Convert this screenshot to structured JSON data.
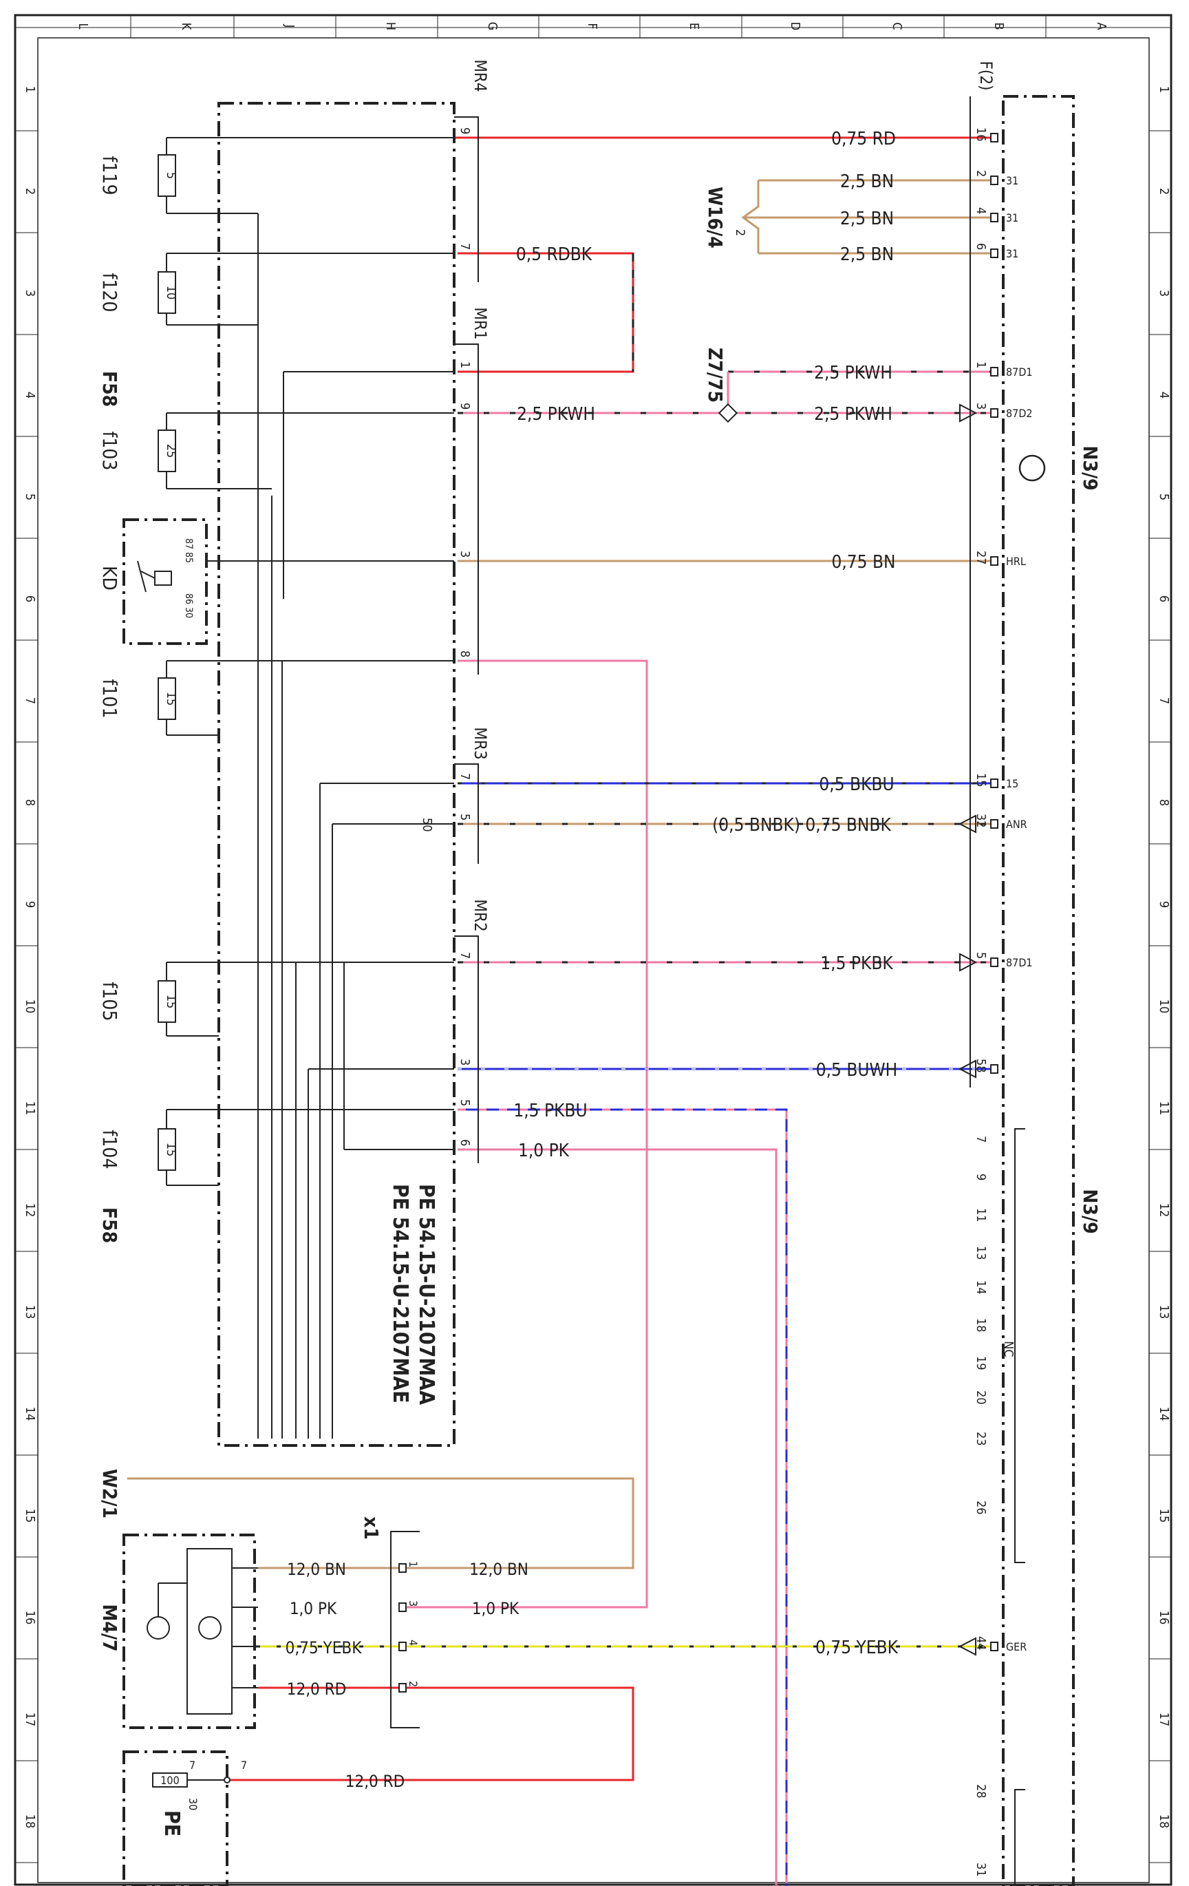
{
  "grid": {
    "columns": [
      "L",
      "K",
      "J",
      "H",
      "G",
      "F",
      "E",
      "D",
      "C",
      "B",
      "A"
    ],
    "rows": [
      "1",
      "2",
      "3",
      "4",
      "5",
      "6",
      "7",
      "8",
      "9",
      "10",
      "11",
      "12",
      "13",
      "14",
      "15",
      "16",
      "17",
      "18"
    ]
  },
  "connector_labels": {
    "mr4": "MR4",
    "mr1": "MR1",
    "mr3": "MR3",
    "mr2": "MR2",
    "f2": "F(2)",
    "x1": "x1",
    "n39_top": "N3/9",
    "n39_bottom": "N3/9"
  },
  "fuses": [
    {
      "name": "f119",
      "rating": "5"
    },
    {
      "name": "f120",
      "rating": "10"
    },
    {
      "name": "f103",
      "rating": "25"
    },
    {
      "name": "f101",
      "rating": "15"
    },
    {
      "name": "f105",
      "rating": "15"
    },
    {
      "name": "f104",
      "rating": "15"
    },
    {
      "name": "100",
      "rating": "100"
    }
  ],
  "components": {
    "f58_top": "F58",
    "f58_bottom": "F58",
    "relay": "KD",
    "relay_pins": "87 85",
    "relay_pins2": "86 30",
    "ground": "W16/4",
    "splice": "Z7/75",
    "cable": "W2/1",
    "motor": "M4/7",
    "ground_num": "2"
  },
  "wires": [
    {
      "id": "w1",
      "pin_left": "9",
      "label": "0,75 RD",
      "pin_right": "16",
      "term": "",
      "color": "#e8262b"
    },
    {
      "id": "w2",
      "label": "2,5 BN",
      "pin_right": "2",
      "term": "31",
      "color": "#c49a6c"
    },
    {
      "id": "w3",
      "label": "2,5 BN",
      "pin_right": "4",
      "term": "31",
      "color": "#c49a6c"
    },
    {
      "id": "w4",
      "label": "2,5 BN",
      "pin_right": "6",
      "term": "31",
      "color": "#c49a6c"
    },
    {
      "id": "w5",
      "pin_left": "7",
      "label": "0,5 RDBK",
      "color": "#e8262b"
    },
    {
      "id": "w6",
      "label": "2,5 PKWH",
      "pin_right": "1",
      "term": "87D1",
      "color": "#f07aa5"
    },
    {
      "id": "w7",
      "pin_left": "1",
      "label": "",
      "color": "#222"
    },
    {
      "id": "w8",
      "pin_left": "9",
      "label": "2,5 PKWH",
      "label2": "2,5 PKWH",
      "pin_right": "3",
      "term": "87D2",
      "color": "#f07aa5"
    },
    {
      "id": "w9",
      "pin_left": "3",
      "label": "0,75 BN",
      "pin_right": "27",
      "term": "HRL",
      "color": "#c49a6c"
    },
    {
      "id": "w10",
      "pin_left": "8",
      "color": "#f07aa5"
    },
    {
      "id": "w11",
      "pin_left": "7",
      "label": "0,5 BKBU",
      "pin_right": "15",
      "term": "15",
      "color": "#2a2fd6"
    },
    {
      "id": "w12",
      "pin_left": "5",
      "pin_left2": "50",
      "label": "(0,5 BNBK) 0,75 BNBK",
      "pin_right": "32",
      "term": "ANR",
      "color": "#c49a6c"
    },
    {
      "id": "w13",
      "pin_left": "7",
      "label": "1,5 PKBK",
      "pin_right": "5",
      "term": "87D1",
      "color": "#f07aa5"
    },
    {
      "id": "w14",
      "pin_left": "3",
      "label": "0,5 BUWH",
      "pin_right": "58",
      "term": "",
      "color": "#2a2fd6"
    },
    {
      "id": "w15",
      "pin_left": "5",
      "label": "1,5 PKBU",
      "color": "#2a2fd6"
    },
    {
      "id": "w16",
      "pin_left": "6",
      "label": "1,0 PK",
      "color": "#f07aa5"
    },
    {
      "id": "w17",
      "label": "0,75 YEBK",
      "pin_right": "44",
      "term": "GER",
      "color": "#e7e41f"
    }
  ],
  "nc_pins": [
    "7",
    "9",
    "11",
    "13",
    "14",
    "18",
    "19",
    "20",
    "23",
    "26"
  ],
  "nc_label": "NC",
  "pin_28": "28",
  "pin_31": "31",
  "motor_wires": [
    {
      "label_left": "12,0 BN",
      "pin": "1",
      "label_right": "12,0 BN"
    },
    {
      "label_left": "1,0 PK",
      "pin": "3",
      "label_right": "1,0 PK"
    },
    {
      "label_left": "0,75 YEBK",
      "pin": "4"
    },
    {
      "label_left": "12,0 RD",
      "pin": "2"
    }
  ],
  "bottom_wire": {
    "pin_left": "7",
    "pin_sub": "30",
    "label": "12,0 RD",
    "pin_7": "7"
  },
  "references": {
    "ref1": "PE 54.15-U-2107MAA",
    "ref2": "PE 54.15-U-2107MAE",
    "ref3": "PE"
  },
  "colors": {
    "red": "#e8262b",
    "brown": "#c49a6c",
    "pink": "#f07aa5",
    "blue": "#2a2fd6",
    "yellow": "#e7e41f",
    "black": "#222222"
  }
}
